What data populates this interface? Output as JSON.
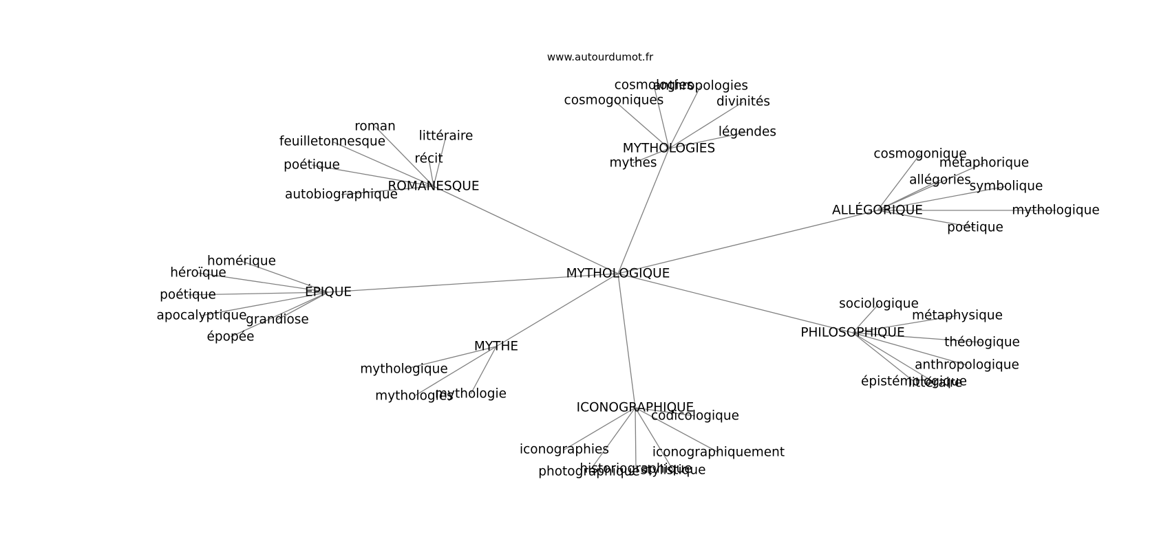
{
  "credit": "www.autourdumot.fr",
  "edge_color": "#808080",
  "text_color": "#000000",
  "graph": {
    "root": "MYTHOLOGIQUE",
    "hubs": [
      {
        "label": "ROMANESQUE",
        "children": [
          "roman",
          "littéraire",
          "feuilletonnesque",
          "récit",
          "poétique",
          "autobiographique"
        ]
      },
      {
        "label": "MYTHOLOGIES",
        "children": [
          "cosmologies",
          "anthropologies",
          "cosmogoniques",
          "divinités",
          "légendes",
          "mythes"
        ]
      },
      {
        "label": "ALLÉGORIQUE",
        "children": [
          "cosmogonique",
          "métaphorique",
          "allégories",
          "symbolique",
          "mythologique",
          "poétique"
        ]
      },
      {
        "label": "ÉPIQUE",
        "children": [
          "homérique",
          "héroïque",
          "poétique",
          "apocalyptique",
          "grandiose",
          "épopée"
        ]
      },
      {
        "label": "PHILOSOPHIQUE",
        "children": [
          "sociologique",
          "métaphysique",
          "théologique",
          "anthropologique",
          "épistémologique",
          "littéraire"
        ]
      },
      {
        "label": "MYTHE",
        "children": [
          "mythologique",
          "mythologies",
          "mythologie"
        ]
      },
      {
        "label": "ICONOGRAPHIQUE",
        "children": [
          "codicologique",
          "iconographies",
          "iconographiquement",
          "historiographique",
          "photographique",
          "stylistique"
        ]
      }
    ]
  }
}
